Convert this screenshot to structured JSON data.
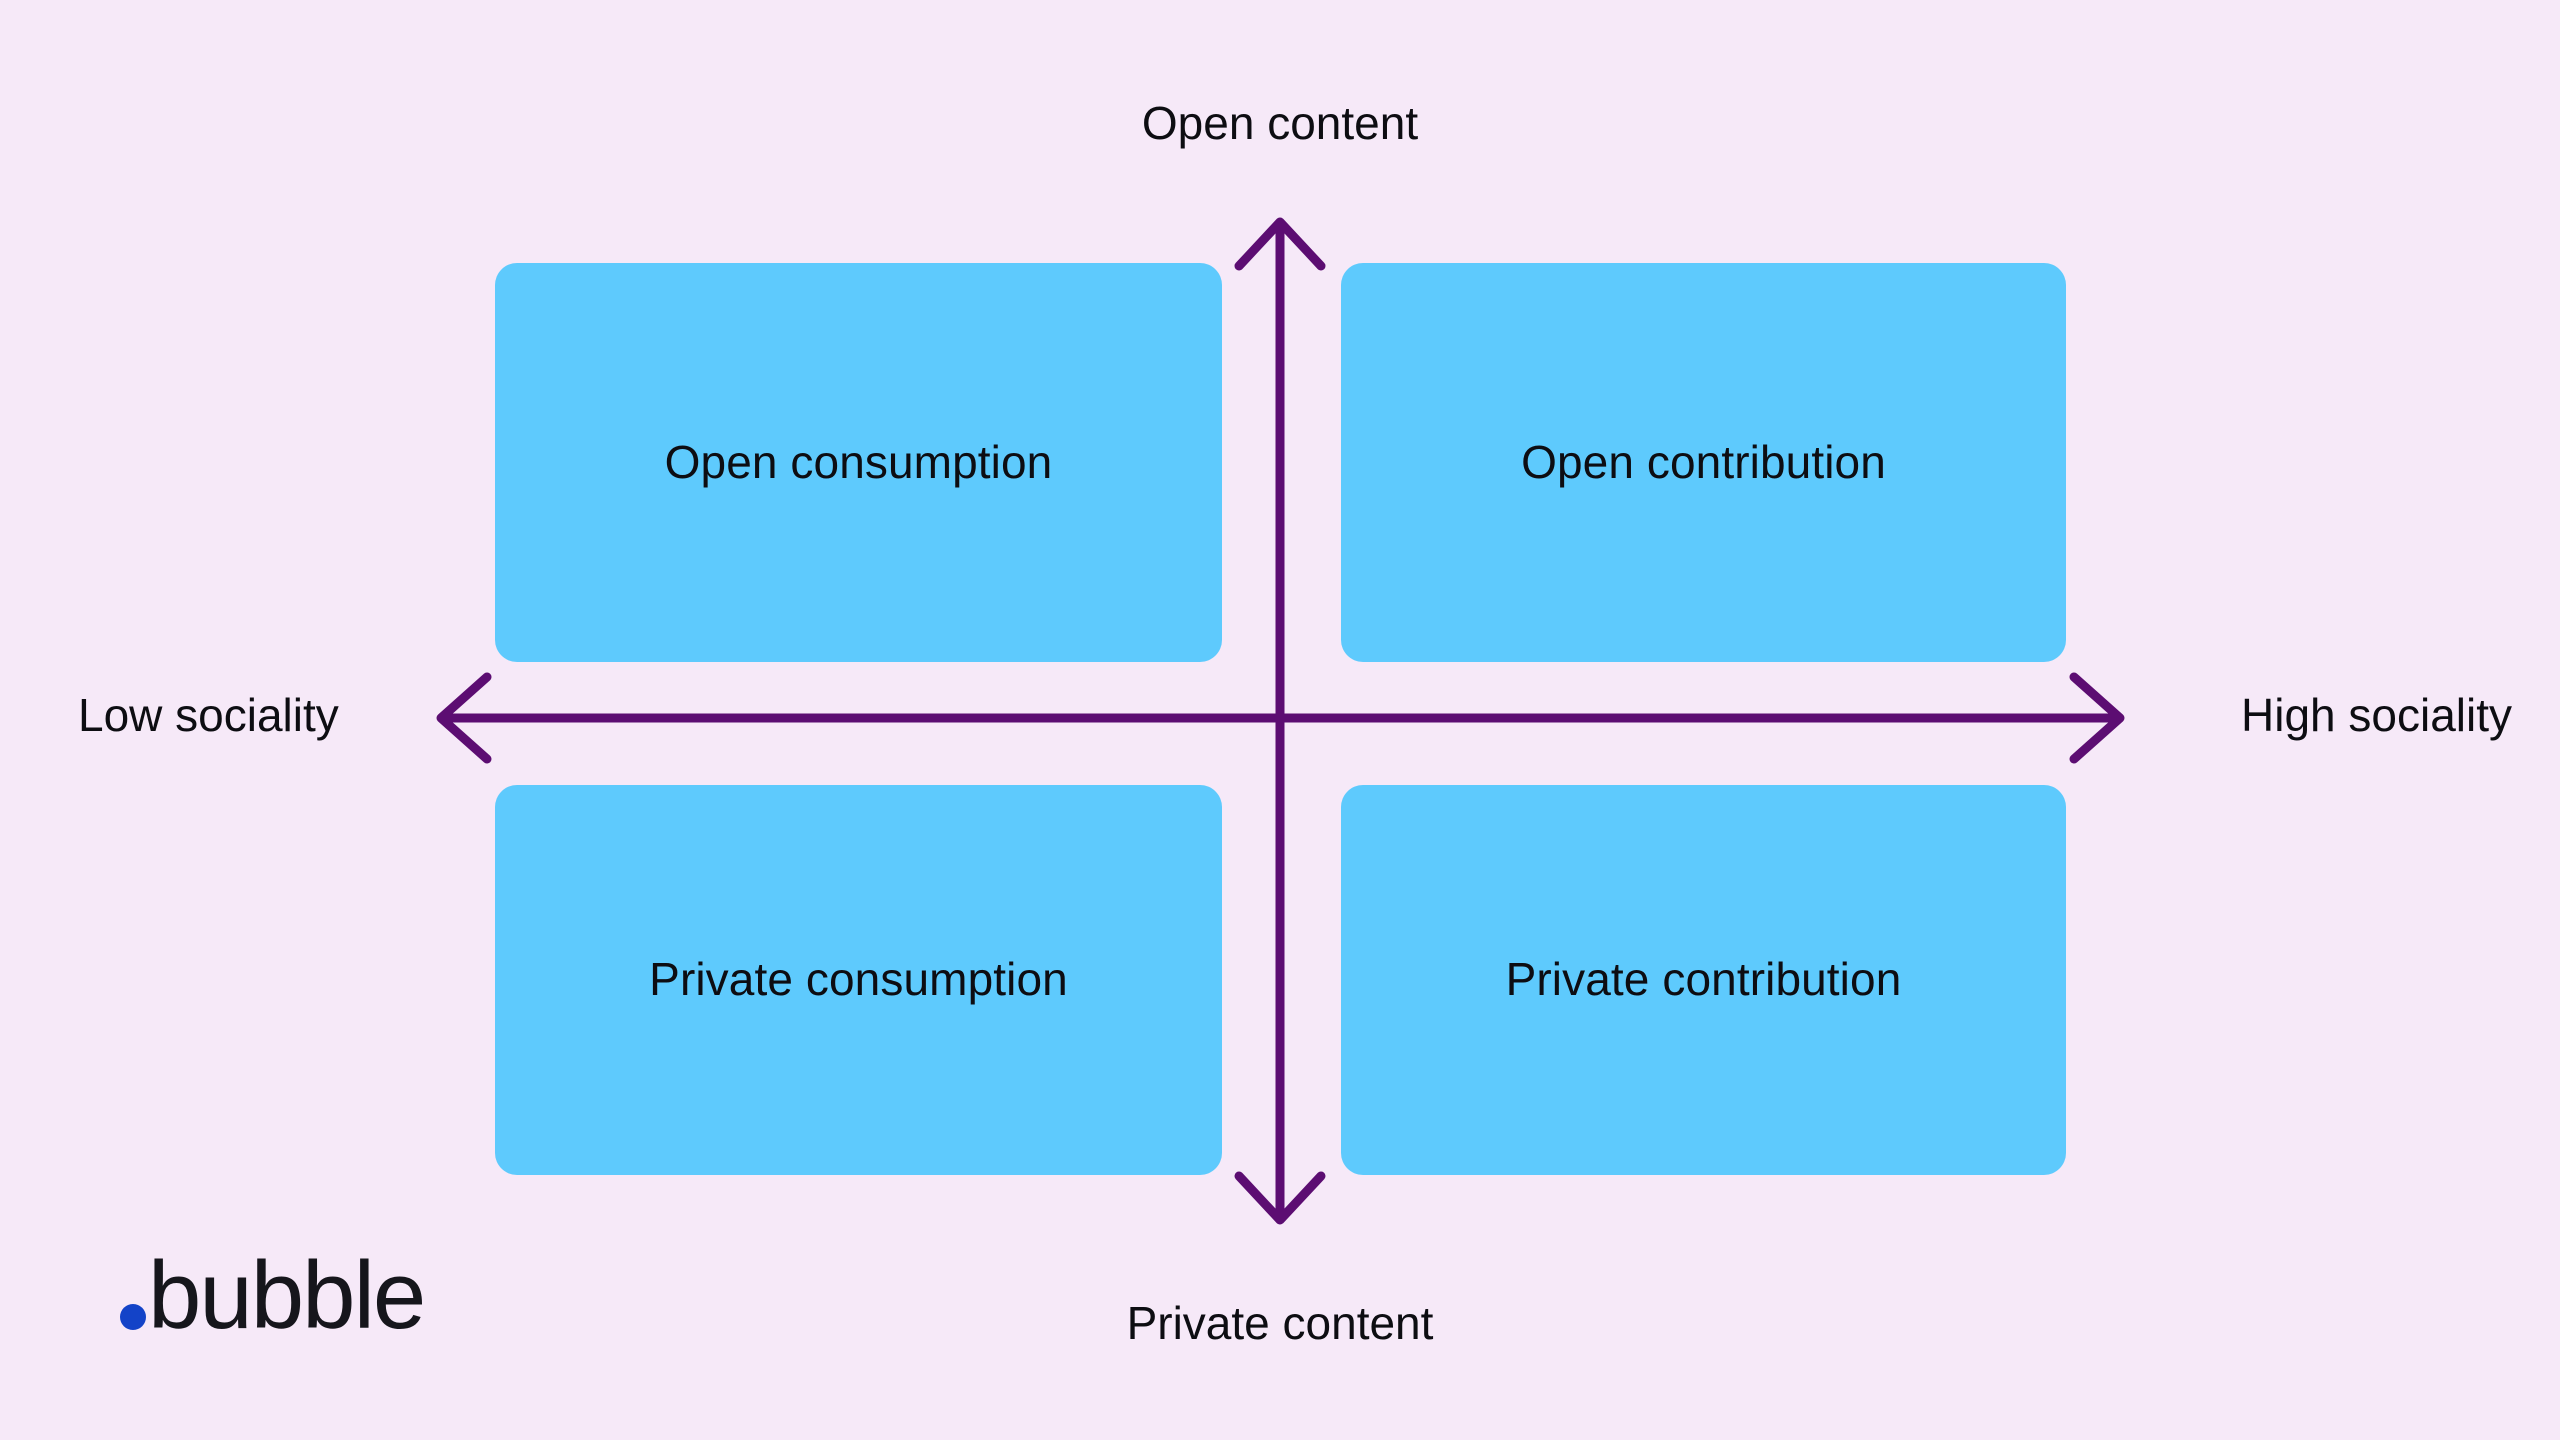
{
  "diagram": {
    "type": "2x2-quadrant-matrix",
    "background_color": "#f6e9f8",
    "box_color": "#5ecafd",
    "axis_color": "#5c0d72",
    "text_color": "#0d0d12",
    "axes": {
      "vertical": {
        "top_label": "Open content",
        "bottom_label": "Private content"
      },
      "horizontal": {
        "left_label": "Low sociality",
        "right_label": "High sociality"
      }
    },
    "quadrants": [
      {
        "id": "open-consumption",
        "label": "Open consumption",
        "position": "top-left"
      },
      {
        "id": "open-contribution",
        "label": "Open contribution",
        "position": "top-right"
      },
      {
        "id": "private-consumption",
        "label": "Private consumption",
        "position": "bottom-left"
      },
      {
        "id": "private-contribution",
        "label": "Private contribution",
        "position": "bottom-right"
      }
    ]
  },
  "logo": {
    "wordmark": "bubble",
    "dot_color": "#1343c8",
    "wordmark_color": "#16161c"
  }
}
